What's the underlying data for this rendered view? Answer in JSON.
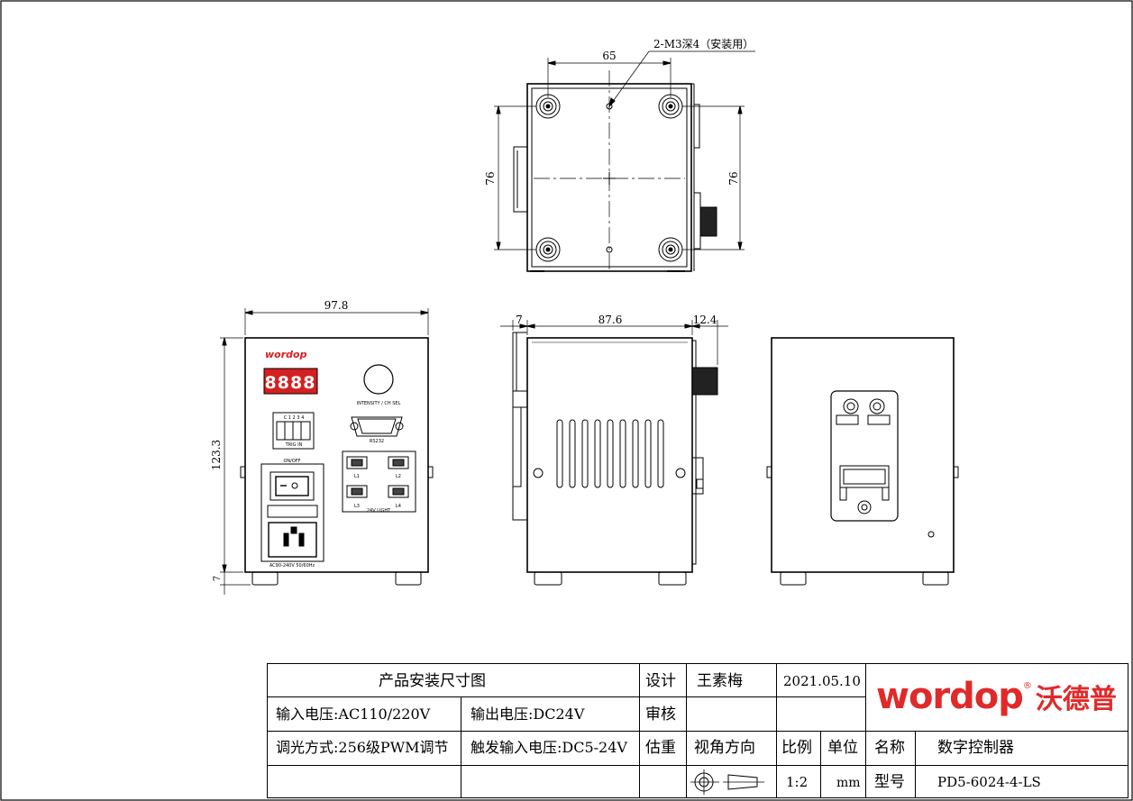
{
  "drawing": {
    "top_view": {
      "callout": "2-M3深4（安装用）",
      "dim_width": "65",
      "dim_height_left": "76",
      "dim_height_right": "76"
    },
    "front_view": {
      "dim_width": "97.8",
      "dim_height": "123.3",
      "dim_foot": "7",
      "brand": "wordop",
      "display_digits": "8888",
      "knob_label": "INTENSITY / CH SEL",
      "trig_pins": "C 1 2 3 4",
      "trig_label": "TRIG IN",
      "rs232_label": "RS232",
      "light_labels": [
        "L1",
        "L2",
        "L3",
        "L4"
      ],
      "light_group_label": "24V  LIGHT",
      "switch_label": "ON/OFF",
      "power_label": "AC90-240V 50/60Hz"
    },
    "side_view": {
      "dim_left": "7",
      "dim_body": "87.6",
      "dim_right": "12.4"
    }
  },
  "title_block": {
    "drawing_title": "产品安装尺寸图",
    "design_label": "设计",
    "designer": "王素梅",
    "date": "2021.05.10",
    "review_label": "审核",
    "estimate_label": "估重",
    "view_direction_label": "视角方向",
    "scale_label": "比例",
    "unit_label": "单位",
    "name_label": "名称",
    "product_name": "数字控制器",
    "model_label": "型号",
    "model": "PD5-6024-4-LS",
    "scale": "1:2",
    "unit": "mm",
    "input_voltage": "输入电压:AC110/220V",
    "output_voltage": "输出电压:DC24V",
    "dimming": "调光方式:256级PWM调节",
    "trigger_voltage": "触发输入电压:DC5-24V",
    "logo_latin": "wordop",
    "logo_reg": "®",
    "logo_cn": "沃德普"
  }
}
